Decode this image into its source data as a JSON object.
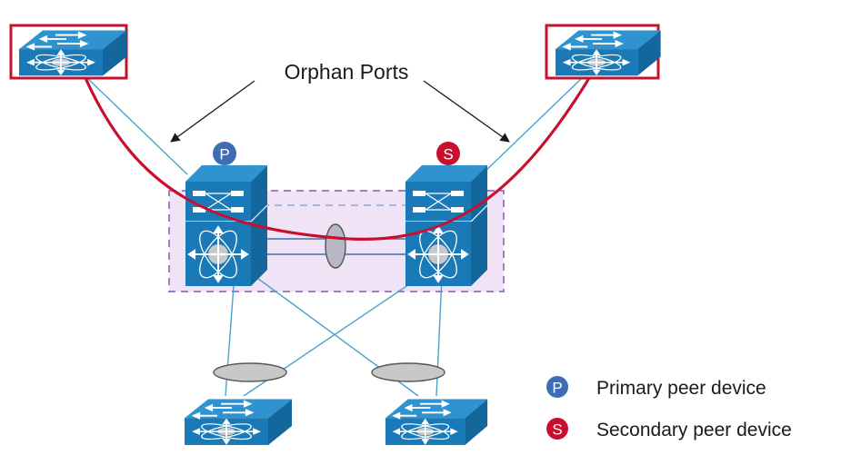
{
  "diagram": {
    "title_label": "Orphan Ports",
    "colors": {
      "device_blue": "#1a7ab8",
      "device_blue_dark": "#13679d",
      "device_blue_light": "#2f93cf",
      "link_cyan": "#4aa3c8",
      "peer_link_blue": "#3d6fb6",
      "orphan_red": "#c8102e",
      "vpc_domain_fill": "#efe3f5",
      "vpc_domain_border": "#a27cc4",
      "bundle_gray": "#c8c8c8",
      "primary_badge": "#3e6db3",
      "secondary_badge": "#c8102e"
    },
    "devices": [
      {
        "id": "orphan-switch-left",
        "type": "access-switch",
        "highlighted": true
      },
      {
        "id": "orphan-switch-right",
        "type": "access-switch",
        "highlighted": true
      },
      {
        "id": "vpc-peer-primary",
        "type": "nexus-switch",
        "role_badge": "P"
      },
      {
        "id": "vpc-peer-secondary",
        "type": "nexus-switch",
        "role_badge": "S"
      },
      {
        "id": "downstream-switch-left",
        "type": "access-switch"
      },
      {
        "id": "downstream-switch-right",
        "type": "access-switch"
      }
    ],
    "legend": [
      {
        "badge": "P",
        "label": "Primary peer device",
        "color": "#3e6db3"
      },
      {
        "badge": "S",
        "label": "Secondary peer device",
        "color": "#c8102e"
      }
    ]
  }
}
